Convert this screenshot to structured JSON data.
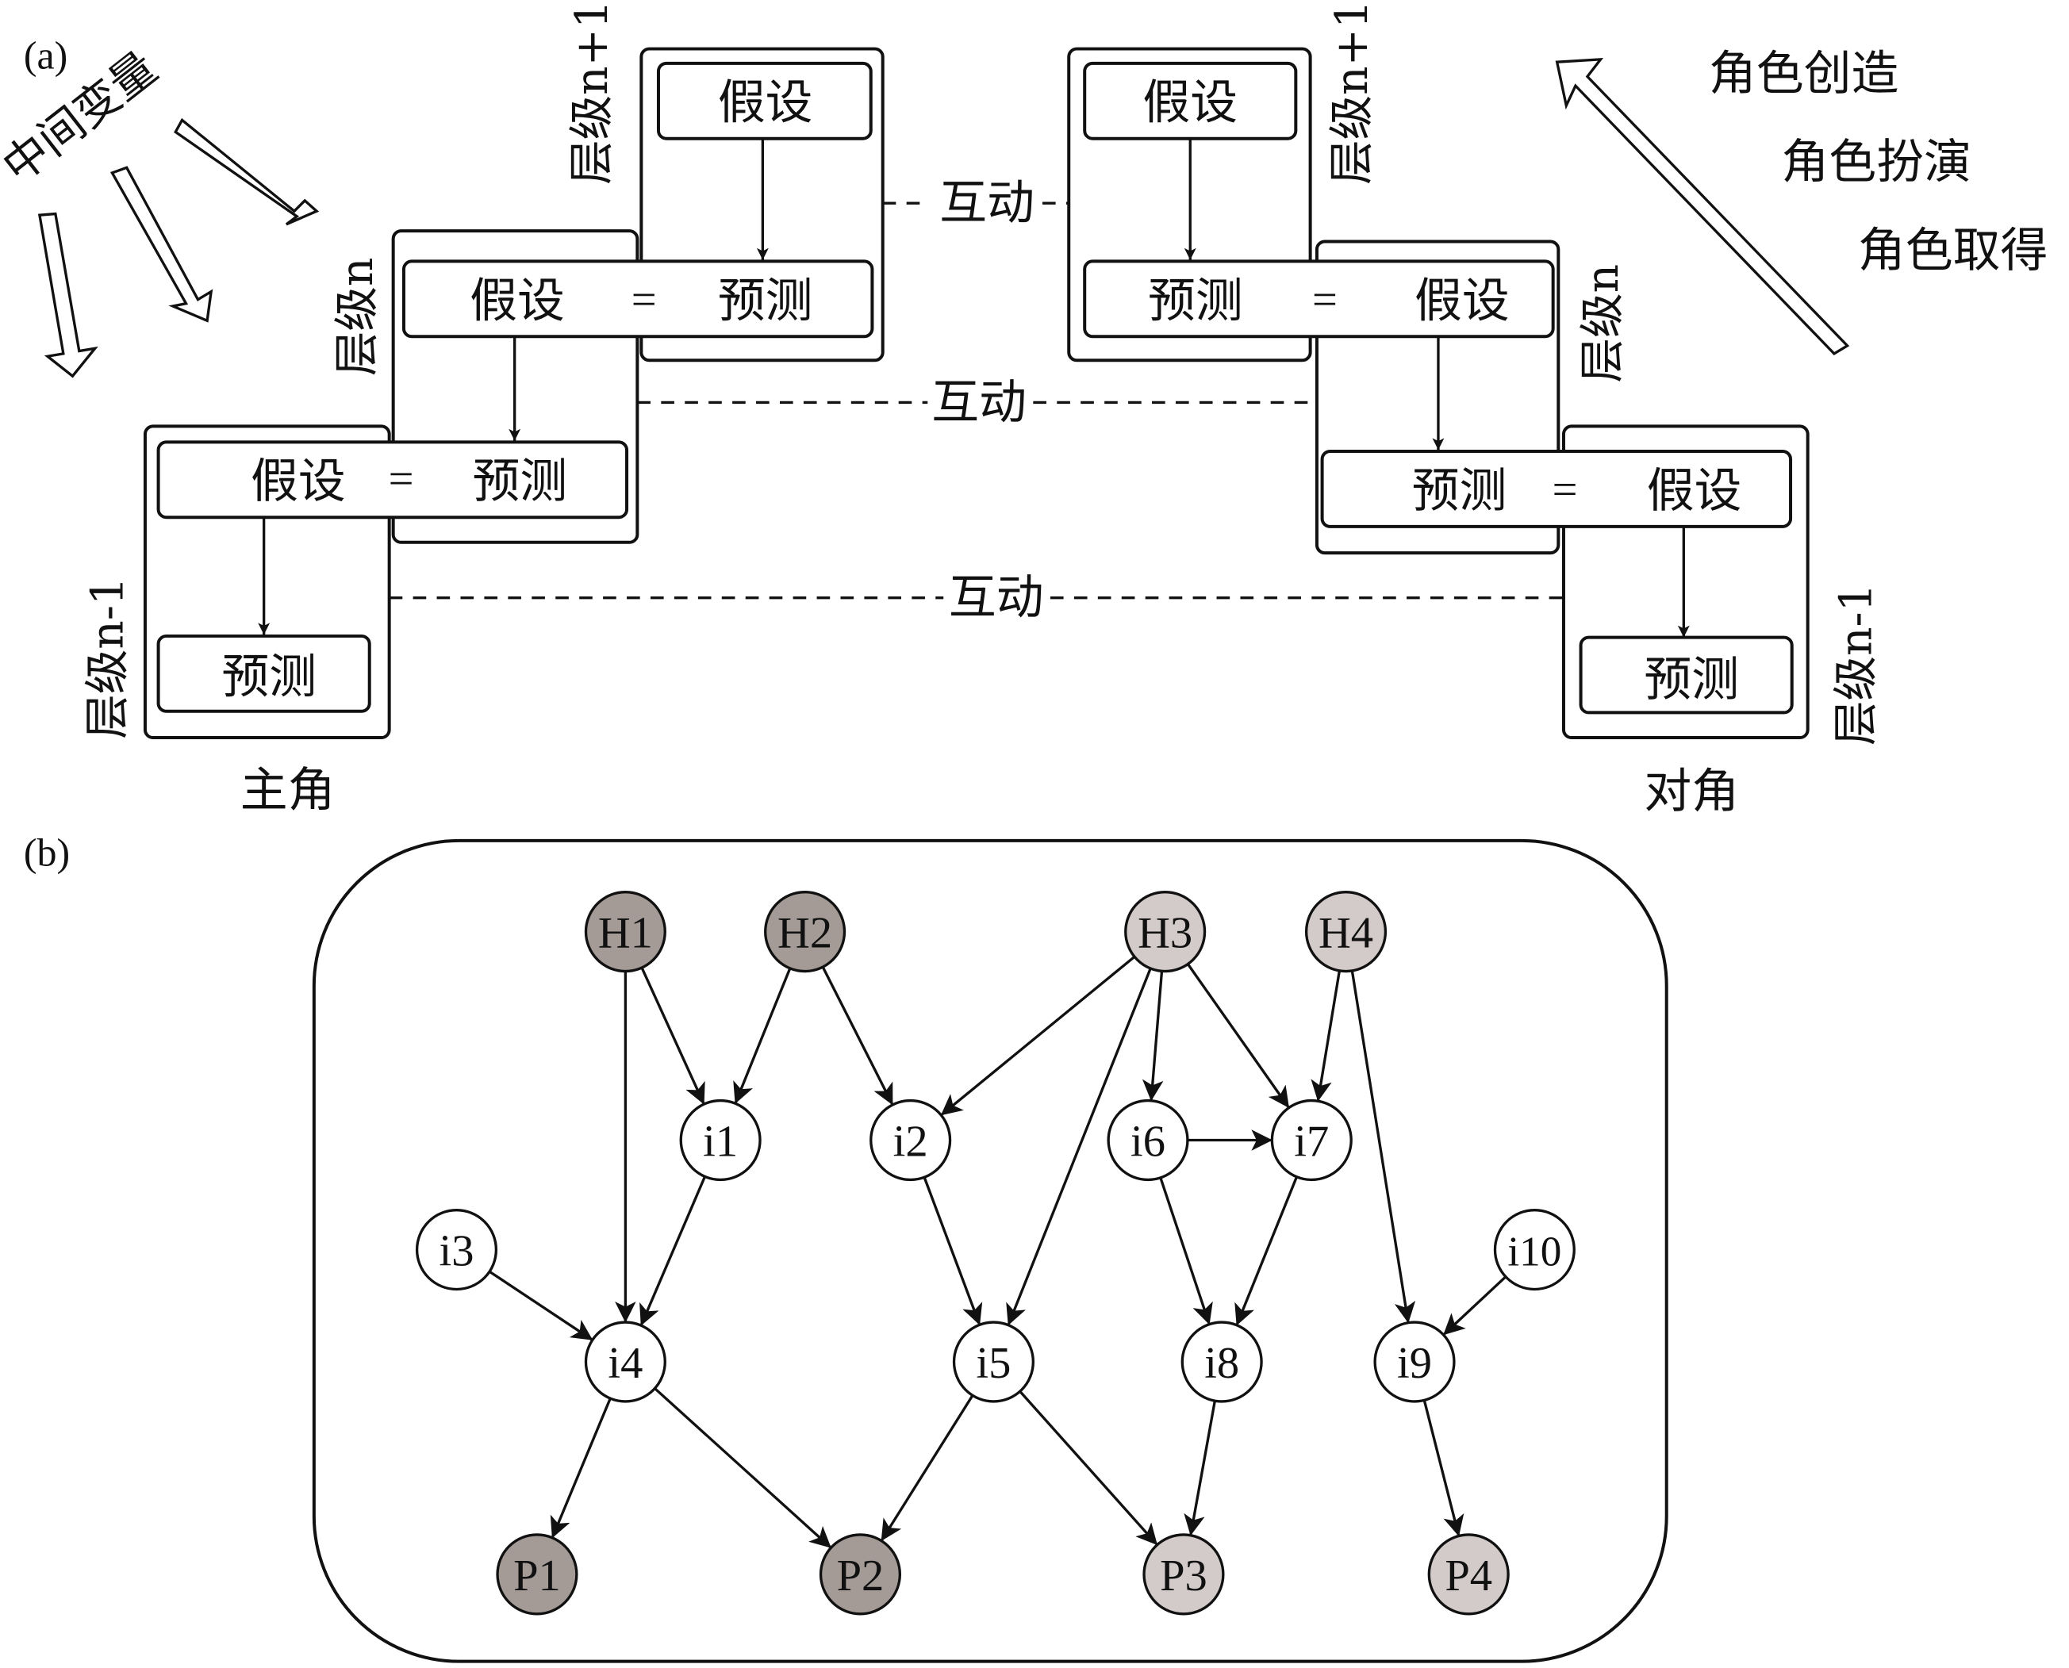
{
  "panel_a": {
    "label": "(a)",
    "intermediate_label": "中间变量",
    "interaction_label": "互动",
    "protagonist_label": "主角",
    "counterpart_label": "对角",
    "levels": {
      "upper": "层级n+1",
      "middle": "层级n",
      "lower": "层级n-1"
    },
    "hypothesis": "假设",
    "prediction": "预测",
    "equals": "=",
    "role_steps": [
      "角色创造",
      "角色扮演",
      "角色取得"
    ]
  },
  "panel_b": {
    "label": "(b)",
    "colors": {
      "dark": "#a49b97",
      "light": "#d3cbc9",
      "white": "#ffffff",
      "stroke": "#111111"
    },
    "nodes": [
      {
        "id": "H1",
        "tone": "dark"
      },
      {
        "id": "H2",
        "tone": "dark"
      },
      {
        "id": "H3",
        "tone": "light"
      },
      {
        "id": "H4",
        "tone": "light"
      },
      {
        "id": "i1",
        "tone": "white"
      },
      {
        "id": "i2",
        "tone": "white"
      },
      {
        "id": "i3",
        "tone": "white"
      },
      {
        "id": "i4",
        "tone": "white"
      },
      {
        "id": "i5",
        "tone": "white"
      },
      {
        "id": "i6",
        "tone": "white"
      },
      {
        "id": "i7",
        "tone": "white"
      },
      {
        "id": "i8",
        "tone": "white"
      },
      {
        "id": "i9",
        "tone": "white"
      },
      {
        "id": "i10",
        "tone": "white"
      },
      {
        "id": "P1",
        "tone": "dark"
      },
      {
        "id": "P2",
        "tone": "dark"
      },
      {
        "id": "P3",
        "tone": "light"
      },
      {
        "id": "P4",
        "tone": "light"
      }
    ],
    "edges": [
      [
        "H1",
        "i1"
      ],
      [
        "H1",
        "i4"
      ],
      [
        "H2",
        "i1"
      ],
      [
        "H2",
        "i2"
      ],
      [
        "H3",
        "i2"
      ],
      [
        "H3",
        "i5"
      ],
      [
        "H3",
        "i6"
      ],
      [
        "H3",
        "i7"
      ],
      [
        "H4",
        "i7"
      ],
      [
        "H4",
        "i9"
      ],
      [
        "i1",
        "i4"
      ],
      [
        "i2",
        "i5"
      ],
      [
        "i3",
        "i4"
      ],
      [
        "i6",
        "i7"
      ],
      [
        "i6",
        "i8"
      ],
      [
        "i7",
        "i8"
      ],
      [
        "i10",
        "i9"
      ],
      [
        "i4",
        "P1"
      ],
      [
        "i4",
        "P2"
      ],
      [
        "i5",
        "P2"
      ],
      [
        "i5",
        "P3"
      ],
      [
        "i8",
        "P3"
      ],
      [
        "i9",
        "P4"
      ]
    ]
  }
}
